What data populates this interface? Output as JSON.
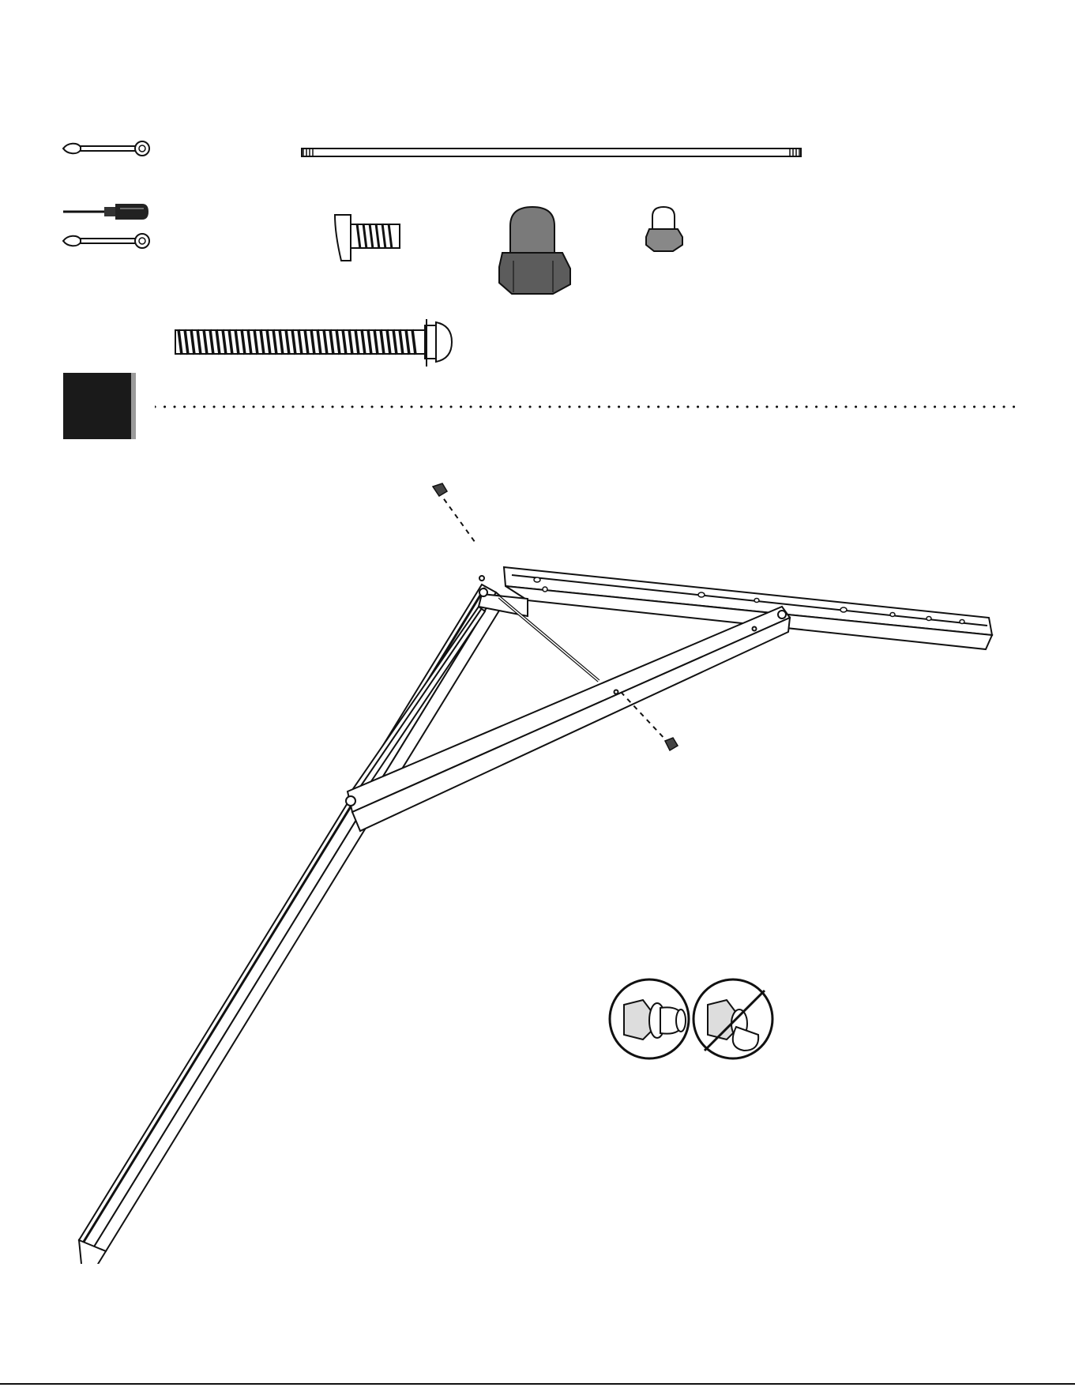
{
  "page": {
    "background": "#ffffff",
    "ink": "#111111",
    "step_block_color": "#1a1a1a",
    "step_block_shadow": "#9a9a9a"
  },
  "hardware_icons": [
    "wrench-icon",
    "screwdriver-icon",
    "wrench-icon",
    "threaded-rod",
    "short-bolt",
    "large-acorn-nut",
    "small-acorn-nut",
    "long-bolt"
  ],
  "callout": {
    "correct_icon": "check-correct-nut-icon",
    "incorrect_icon": "crossed-incorrect-nut-icon"
  }
}
